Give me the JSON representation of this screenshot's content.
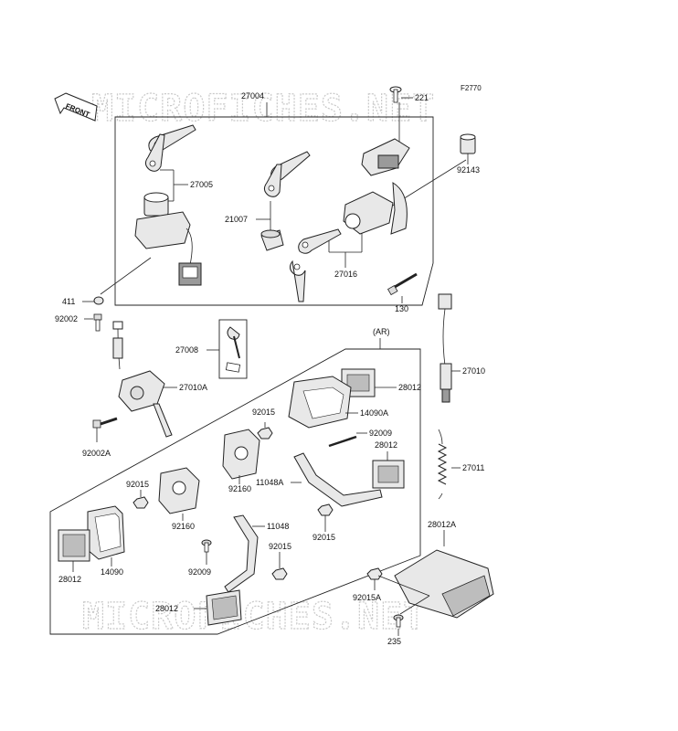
{
  "diagram": {
    "code": "F2770",
    "front_label": "FRONT",
    "watermark": "MICROFICHES.NET",
    "group_label": "(AR)",
    "labels": {
      "p27004": "27004",
      "p221": "221",
      "p92143": "92143",
      "p27005": "27005",
      "p21007": "21007",
      "p27016": "27016",
      "p411": "411",
      "p92002": "92002",
      "p130": "130",
      "p27008": "27008",
      "p27010A": "27010A",
      "p28012a": "28012",
      "p92015a": "92015",
      "p14090A": "14090A",
      "p27010": "27010",
      "p92009a": "92009",
      "p28012b": "28012",
      "p92002A": "92002A",
      "p11048A": "11048A",
      "p92160a": "92160",
      "p27011": "27011",
      "p92015b": "92015",
      "p92015c": "92015",
      "p92160b": "92160",
      "p11048": "11048",
      "p28012A": "28012A",
      "p92015d": "92015",
      "p92009b": "92009",
      "p28012c": "28012",
      "p14090": "14090",
      "p92015A": "92015A",
      "p28012d": "28012",
      "p235": "235"
    }
  }
}
